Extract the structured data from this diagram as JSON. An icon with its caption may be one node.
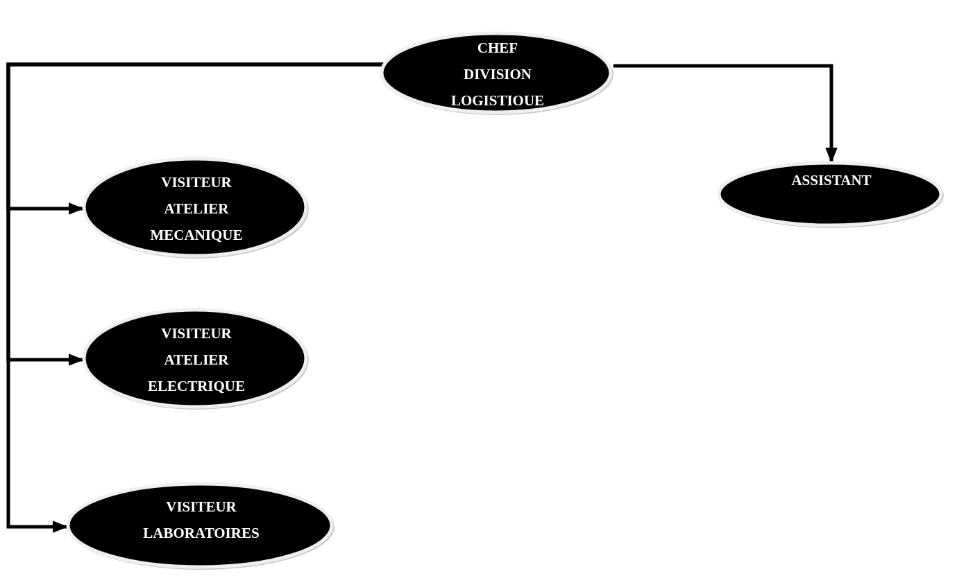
{
  "diagram": {
    "nodes": [
      {
        "text": [
          "CHEF DIVISION LOGISTIOUE"
        ]
      },
      {
        "text": [
          "ASSISTANT"
        ]
      },
      {
        "text": [
          "VISITEUR ATELIER MECANIQUE"
        ]
      },
      {
        "text": [
          "VISITEUR ATELIER ELECTRIQUE"
        ]
      },
      {
        "text": [
          "VISITEUR LABORATOIRES"
        ]
      }
    ],
    "edges": [
      {
        "from": 0,
        "to": 1,
        "arrow": "to"
      },
      {
        "from": 0,
        "to": 2,
        "arrow": "to"
      },
      {
        "from": 0,
        "to": 3,
        "arrow": "to"
      },
      {
        "from": 0,
        "to": 4,
        "arrow": "to"
      }
    ]
  }
}
